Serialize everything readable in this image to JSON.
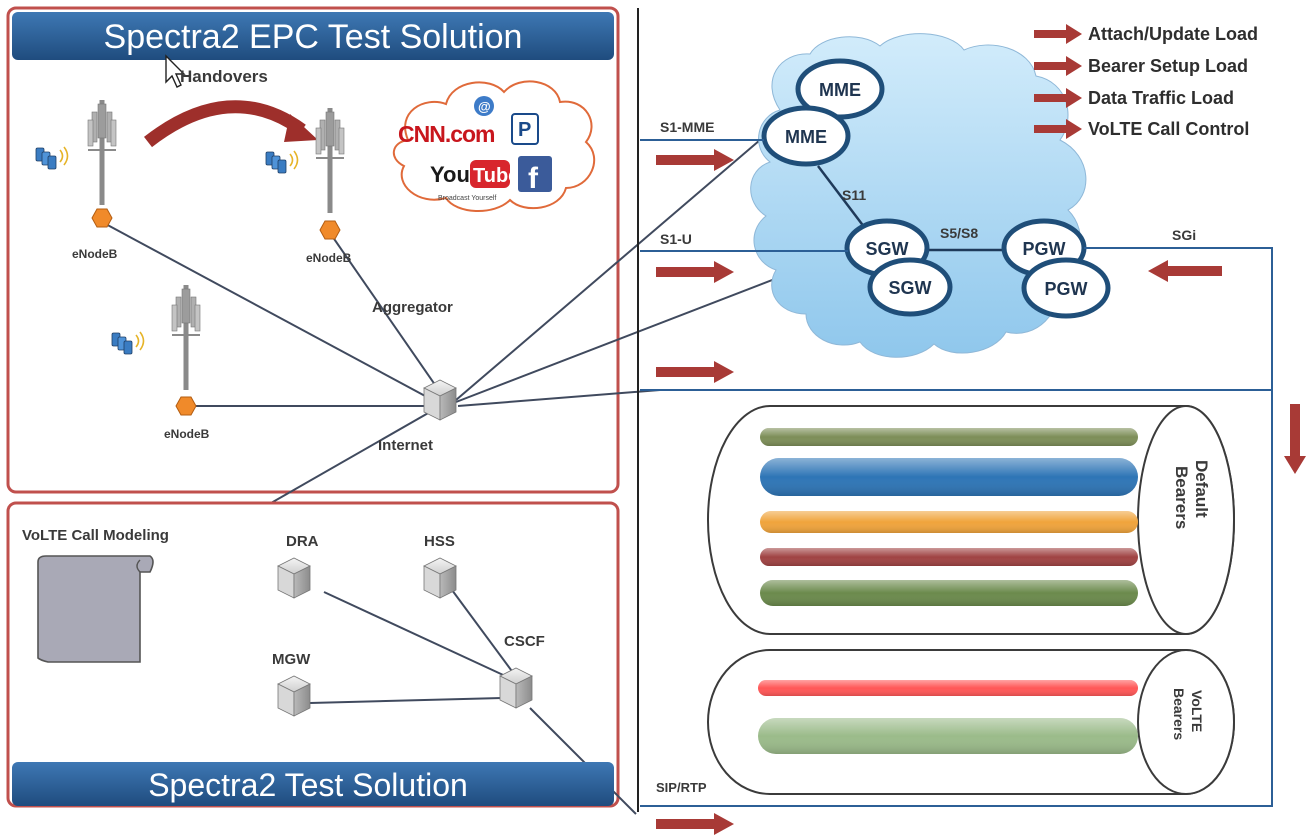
{
  "banners": {
    "top": "Spectra2 EPC Test Solution",
    "bottom": "Spectra2 Test Solution"
  },
  "labels": {
    "handovers": "Handovers",
    "enodeb": "eNodeB",
    "aggregator": "Aggregator",
    "internet": "Internet",
    "volte_modeling": "VoLTE Call Modeling",
    "dra": "DRA",
    "hss": "HSS",
    "mgw": "MGW",
    "cscf": "CSCF",
    "s1_mme": "S1-MME",
    "s1_u": "S1-U",
    "sgi": "SGi",
    "s11": "S11",
    "s5s8": "S5/S8",
    "sip_rtp": "SIP/RTP",
    "default_bearers": [
      "Default",
      "Bearers"
    ],
    "volte_bearers": [
      "VoLTE",
      "Bearers"
    ]
  },
  "cloud_nodes": {
    "mme_back": "MME",
    "mme_front": "MME",
    "sgw_back": "SGW",
    "sgw_front": "SGW",
    "pgw_back": "PGW",
    "pgw_front": "PGW"
  },
  "legend": [
    "Attach/Update Load",
    "Bearer Setup Load",
    "Data Traffic Load",
    "VoLTE Call Control"
  ],
  "brands": {
    "cnn": "CNN.com",
    "youtube_you": "You",
    "youtube_tube": "Tube",
    "youtube_tag": "Broadcast Yourself",
    "pandora": "P",
    "facebook": "f"
  },
  "colors": {
    "banner": "#2c5f96",
    "panel_border": "#c0504d",
    "arrow": "#a83a36",
    "cloud": "#a7d6f2",
    "node_border": "#1f4e79",
    "default_bearers": [
      "#7d8e58",
      "#2e75b6",
      "#f0a43c",
      "#a04343",
      "#6b8a4c"
    ],
    "volte_bearers": [
      "#ff5757",
      "#9bbb8a"
    ]
  },
  "icons": [
    "cell-tower-icon",
    "handset-icon",
    "enodeb-hexagon-icon",
    "server-cube-icon",
    "scroll-icon",
    "cursor-arrow-icon"
  ]
}
